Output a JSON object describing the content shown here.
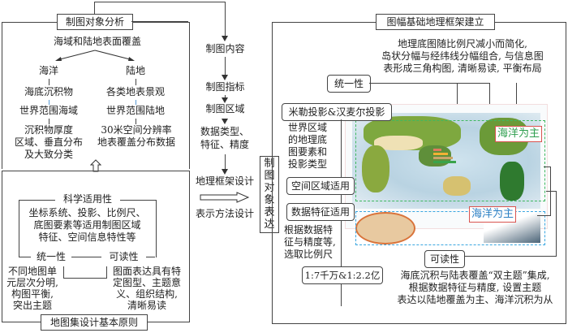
{
  "left_panel": {
    "title": "制图对象分析",
    "root": "海域和陆地表面覆盖",
    "ocean": {
      "label": "海洋",
      "items": [
        "海底沉积物",
        "世界范围海域"
      ],
      "detail": [
        "沉积物厚度",
        "区域、垂直分布",
        "及大致分类"
      ]
    },
    "land": {
      "label": "陆地",
      "items": [
        "各类地表景观",
        "世界范围陆地"
      ],
      "detail": [
        "30米空间分辨率",
        "地表覆盖分布数据"
      ]
    }
  },
  "principles_panel": {
    "title": "地图集设计基本原则",
    "science": {
      "label": "科学适用性",
      "text": [
        "坐标系统、投影、比例尺、",
        "底图要素等适用制图区域",
        "特征、空间信息特性等"
      ]
    },
    "unity": {
      "label": "统一性",
      "text": [
        "不同地图单",
        "元层次分明,",
        "构图平衡,",
        "突出主题"
      ]
    },
    "readability": {
      "label": "可读性",
      "text": [
        "图面表达具有特",
        "定图型、主题意",
        "义、组织结构,",
        "清晰易读"
      ]
    }
  },
  "center_flow": {
    "steps": [
      "制图内容",
      "制图指标",
      "制图区域",
      "数据类型、",
      "特征、精度"
    ],
    "framework": "地理框架设计",
    "method": "表示方法设计",
    "expression_box": [
      "制",
      "图",
      "对",
      "象",
      "表",
      "达"
    ]
  },
  "right_panel": {
    "title": "图幅基础地理框架建立",
    "top_note": [
      "地理底图随比例尺减小而简化,",
      "岛状分幅与经纬线分幅组合, 与信息图",
      "表形成三角构图, 清晰易读, 平衡布局"
    ],
    "unity_label": "统一性",
    "projection_label": "米勒投影&汉麦尔投影",
    "projection_note": [
      "世界区域",
      "的地理底",
      "图要素和",
      "投影类型"
    ],
    "spatial_label": "空间区域适用",
    "data_label": "数据特征适用",
    "scale_note": [
      "根据数据特",
      "征与精度等,",
      "选取比例尺"
    ],
    "scale_label": "1:7千万&1:2.2亿",
    "readability_label": "可读性",
    "bottom_note": [
      "海底沉积与陆表覆盖“双主题”集成,",
      "根据数据特征与精度, 设置主题",
      "表达以陆地覆盖为主、海洋沉积为从"
    ],
    "map_tag_top": "海洋为主",
    "map_tag_bottom": "海洋为主",
    "colors": {
      "tag_top_text": "#2e9e4e",
      "tag_bottom_text": "#2a7fc4",
      "tag_border": "#d9534f",
      "dash_green": "#3fb860",
      "dash_blue": "#3aa6e0"
    }
  }
}
